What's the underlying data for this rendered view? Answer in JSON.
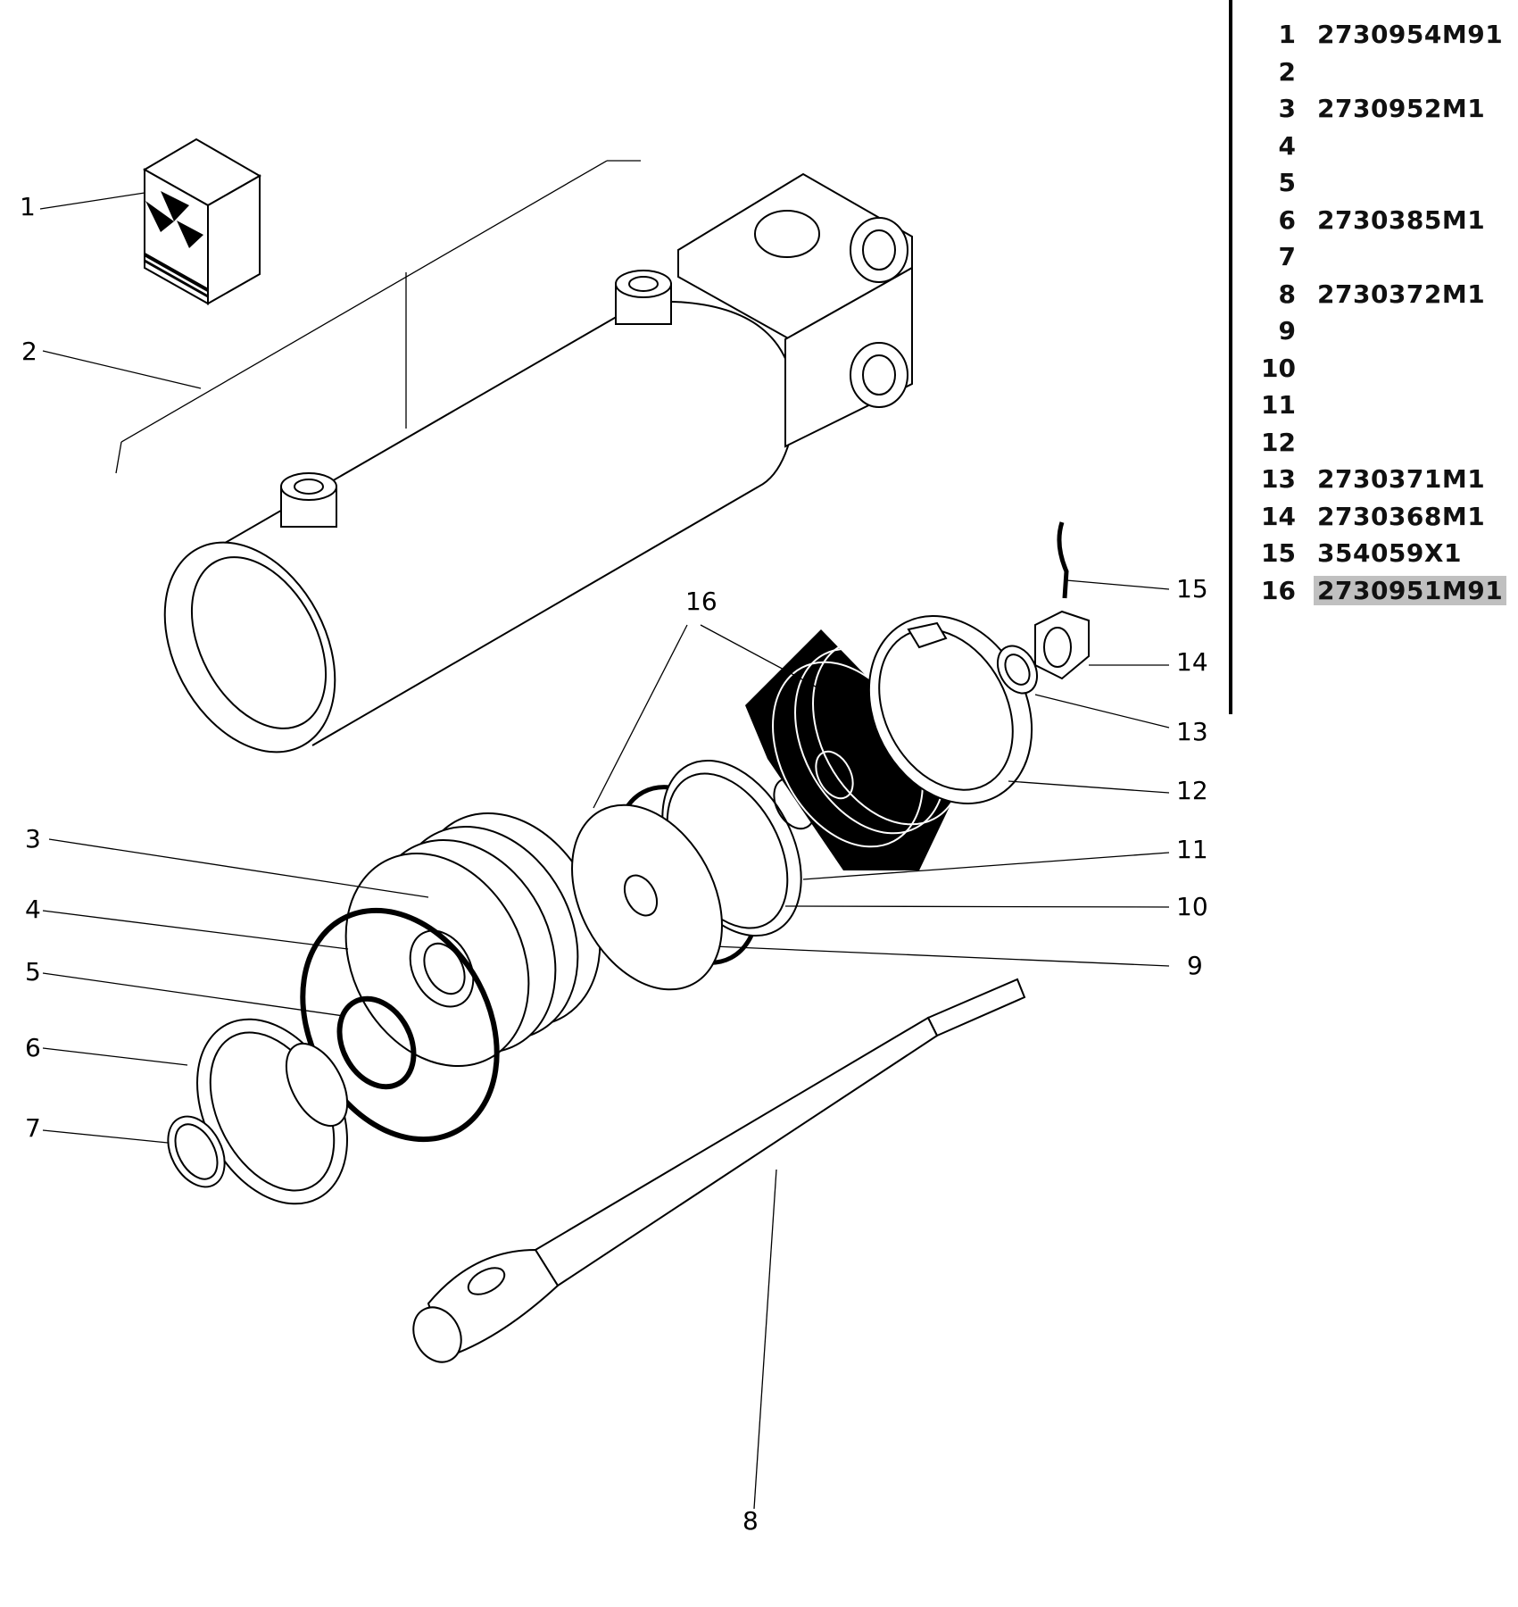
{
  "diagram": {
    "title_labels": [
      "1",
      "2",
      "3",
      "4",
      "5",
      "6",
      "7",
      "8",
      "9",
      "10",
      "11",
      "12",
      "13",
      "14",
      "15",
      "16"
    ],
    "callouts": [
      {
        "ref": "1",
        "label": "1"
      },
      {
        "ref": "2",
        "label": "2"
      },
      {
        "ref": "3",
        "label": "3"
      },
      {
        "ref": "4",
        "label": "4"
      },
      {
        "ref": "5",
        "label": "5"
      },
      {
        "ref": "6",
        "label": "6"
      },
      {
        "ref": "7",
        "label": "7"
      },
      {
        "ref": "8",
        "label": "8"
      },
      {
        "ref": "9",
        "label": "9"
      },
      {
        "ref": "10",
        "label": "10"
      },
      {
        "ref": "11",
        "label": "11"
      },
      {
        "ref": "12",
        "label": "12"
      },
      {
        "ref": "13",
        "label": "13"
      },
      {
        "ref": "14",
        "label": "14"
      },
      {
        "ref": "15",
        "label": "15"
      },
      {
        "ref": "16",
        "label": "16"
      }
    ]
  },
  "parts_list": {
    "rows": [
      {
        "ref": "1",
        "part_number": "2730954M91"
      },
      {
        "ref": "2",
        "part_number": ""
      },
      {
        "ref": "3",
        "part_number": "2730952M1"
      },
      {
        "ref": "4",
        "part_number": ""
      },
      {
        "ref": "5",
        "part_number": ""
      },
      {
        "ref": "6",
        "part_number": "2730385M1"
      },
      {
        "ref": "7",
        "part_number": ""
      },
      {
        "ref": "8",
        "part_number": "2730372M1"
      },
      {
        "ref": "9",
        "part_number": ""
      },
      {
        "ref": "10",
        "part_number": ""
      },
      {
        "ref": "11",
        "part_number": ""
      },
      {
        "ref": "12",
        "part_number": ""
      },
      {
        "ref": "13",
        "part_number": "2730371M1"
      },
      {
        "ref": "14",
        "part_number": "2730368M1"
      },
      {
        "ref": "15",
        "part_number": "354059X1"
      },
      {
        "ref": "16",
        "part_number": "2730951M91",
        "selected": true
      }
    ]
  },
  "colors": {
    "selection_highlight": "#c0c0c0",
    "line": "#000000",
    "background": "#ffffff"
  }
}
